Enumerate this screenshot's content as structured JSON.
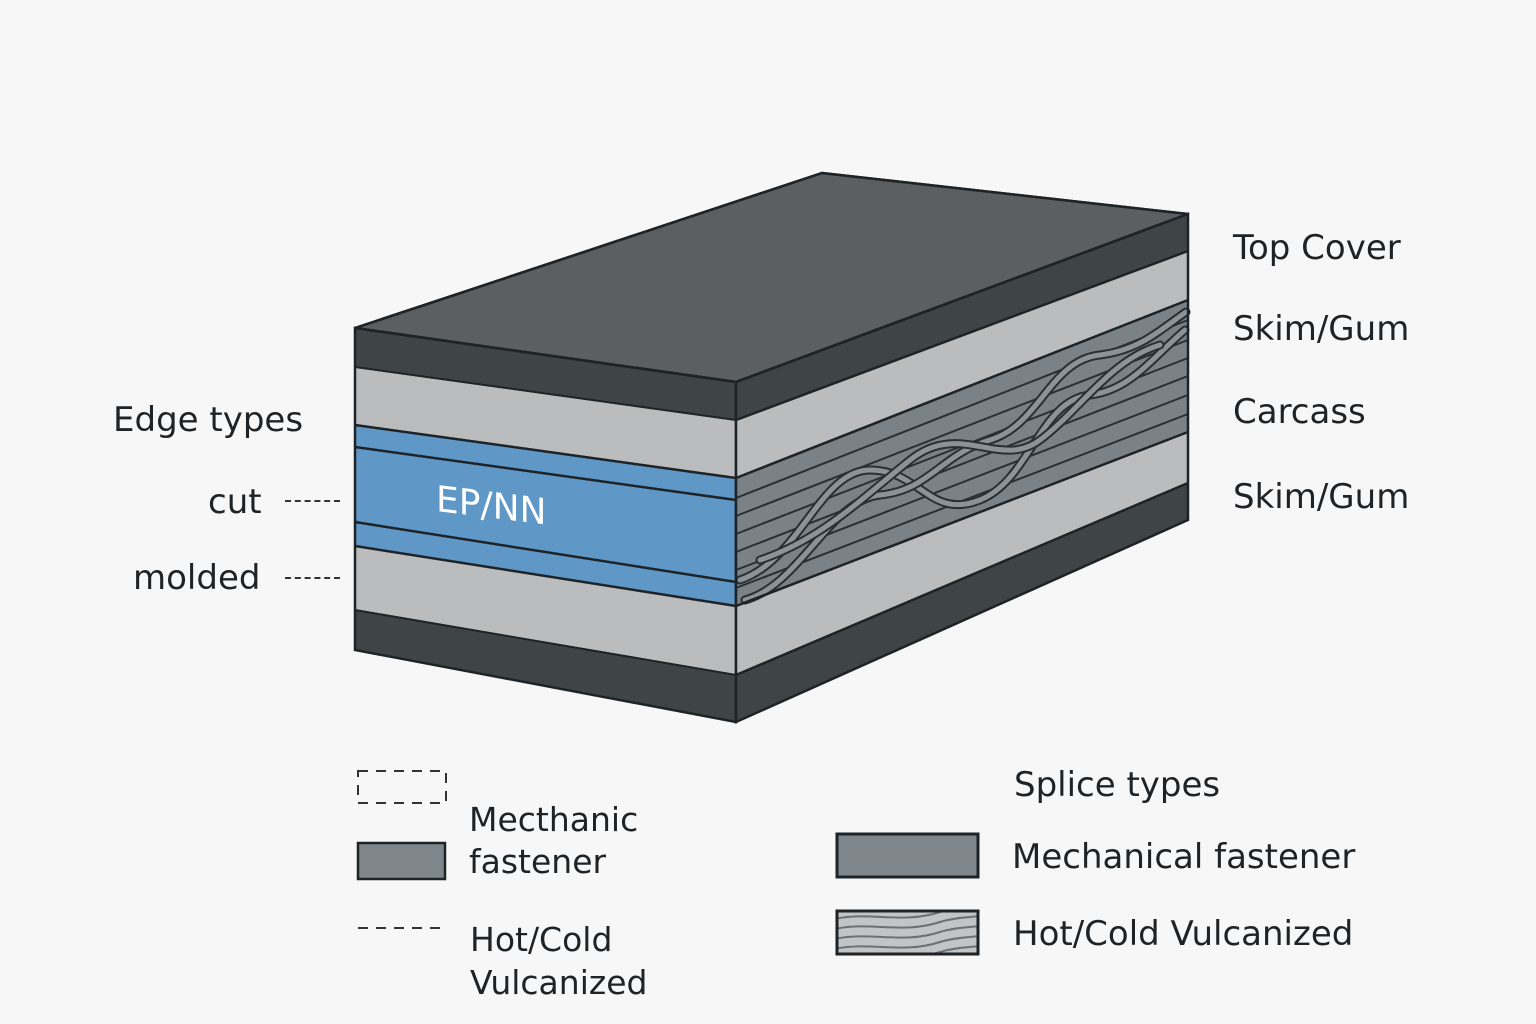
{
  "diagram": {
    "front_label": "EP/NN",
    "layers": [
      "Top Cover",
      "Skim/Gum",
      "Carcass",
      "Skim/Gum"
    ],
    "edge": {
      "title": "Edge types",
      "types": [
        "cut",
        "molded"
      ]
    },
    "left_legend": {
      "mech_line1": "Mecthanic",
      "mech_line2": "fastener",
      "vulc_line1": "Hot/Cold",
      "vulc_line2": "Vulcanized"
    },
    "splice": {
      "title": "Splice types",
      "mechanical": "Mechanical fastener",
      "vulcanized": "Hot/Cold Vulcanized"
    }
  },
  "colors": {
    "cover": "#3f4447",
    "cover_top": "#5b5f61",
    "skim": "#babcbd",
    "carcass_front": "#5f97c7",
    "carcass_side": "#7b8287",
    "swatch_grey": "#7f878c"
  }
}
